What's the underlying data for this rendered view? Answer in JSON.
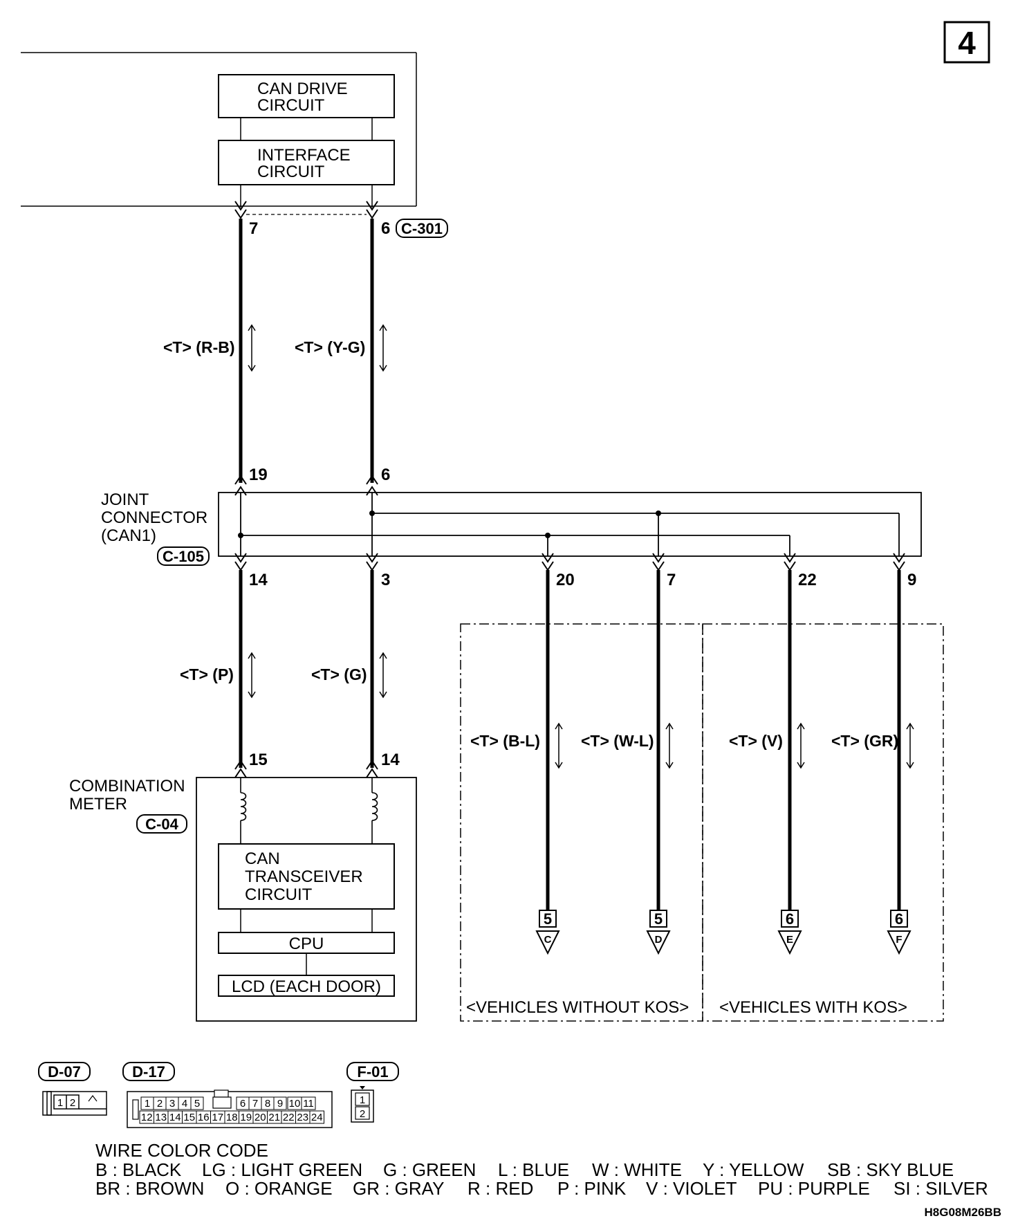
{
  "page_number": "4",
  "ecu_block": {
    "can_drive_circuit": [
      "CAN DRIVE",
      "CIRCUIT"
    ],
    "interface_circuit": [
      "INTERFACE",
      "CIRCUIT"
    ],
    "connector": "C-301",
    "pin_left": "7",
    "pin_right": "6"
  },
  "wires_top": {
    "left": "<T> (R-B)",
    "right": "<T> (Y-G)"
  },
  "joint_connector": {
    "label": [
      "JOINT",
      "CONNECTOR",
      "(CAN1)"
    ],
    "connector": "C-105",
    "pin_in_left": "19",
    "pin_in_right": "6",
    "pins_out": [
      "14",
      "3",
      "20",
      "7",
      "22",
      "9"
    ]
  },
  "wires_mid": {
    "left": "<T> (P)",
    "right": "<T> (G)"
  },
  "branch_wires": [
    "<T> (B-L)",
    "<T> (W-L)",
    "<T> (V)",
    "<T> (GR)"
  ],
  "combination_meter": {
    "label": [
      "COMBINATION",
      "METER"
    ],
    "connector": "C-04",
    "pin_left": "15",
    "pin_right": "14",
    "transceiver": [
      "CAN",
      "TRANSCEIVER",
      "CIRCUIT"
    ],
    "cpu": "CPU",
    "lcd": "LCD (EACH DOOR)"
  },
  "off_page": [
    {
      "page": "5",
      "letter": "C"
    },
    {
      "page": "5",
      "letter": "D"
    },
    {
      "page": "6",
      "letter": "E"
    },
    {
      "page": "6",
      "letter": "F"
    }
  ],
  "zones": {
    "without_kos": "<VEHICLES WITHOUT KOS>",
    "with_kos": "<VEHICLES WITH KOS>"
  },
  "connector_views": {
    "d07": {
      "name": "D-07",
      "pins": [
        "1",
        "2"
      ]
    },
    "d17": {
      "name": "D-17",
      "pins_top": [
        "1",
        "2",
        "3",
        "4",
        "5",
        "6",
        "7",
        "8",
        "9",
        "10",
        "11"
      ],
      "pins_bottom": [
        "12",
        "13",
        "14",
        "15",
        "16",
        "17",
        "18",
        "19",
        "20",
        "21",
        "22",
        "23",
        "24"
      ]
    },
    "f01": {
      "name": "F-01",
      "pins": [
        "1",
        "2"
      ]
    }
  },
  "wire_color_code": {
    "title": "WIRE COLOR CODE",
    "row1": [
      "B : BLACK",
      "LG : LIGHT GREEN",
      "G : GREEN",
      "L : BLUE",
      "W : WHITE",
      "Y : YELLOW",
      "SB : SKY BLUE"
    ],
    "row2": [
      "BR : BROWN",
      "O : ORANGE",
      "GR : GRAY",
      "R : RED",
      "P : PINK",
      "V : VIOLET",
      "PU : PURPLE",
      "SI : SILVER"
    ]
  },
  "diagram_code": "H8G08M26BB"
}
